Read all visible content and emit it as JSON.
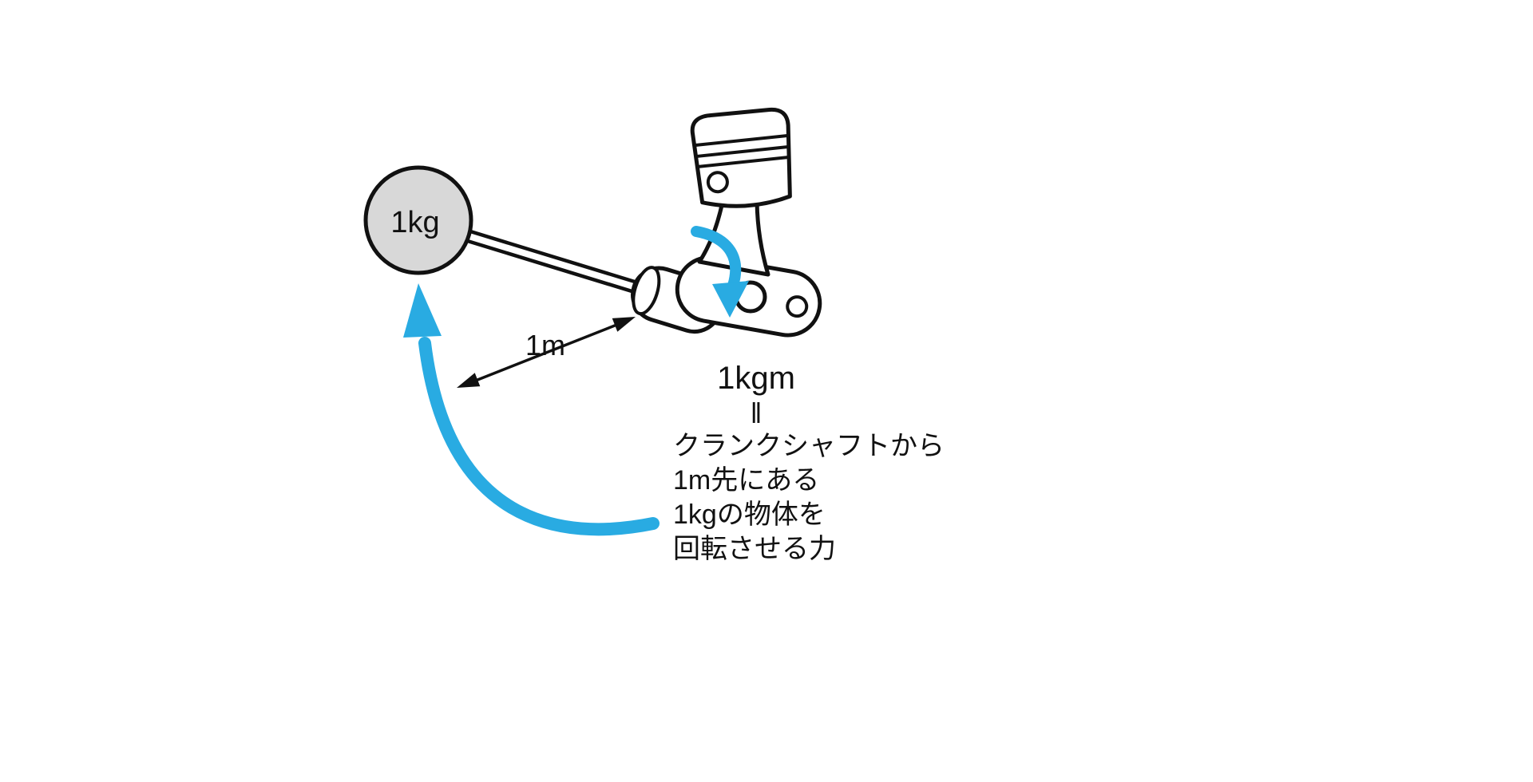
{
  "diagram": {
    "ball_label": "1kg",
    "distance_label": "1m",
    "result": {
      "torque_label": "1kgm",
      "equals_symbol": "‖",
      "caption_lines": [
        "クランクシャフトから",
        "1m先にある",
        "1kgの物体を",
        "回転させる力"
      ]
    },
    "colors": {
      "accent": "#29abe2",
      "ball_fill": "#d8d8d8",
      "outline": "#111111"
    }
  }
}
